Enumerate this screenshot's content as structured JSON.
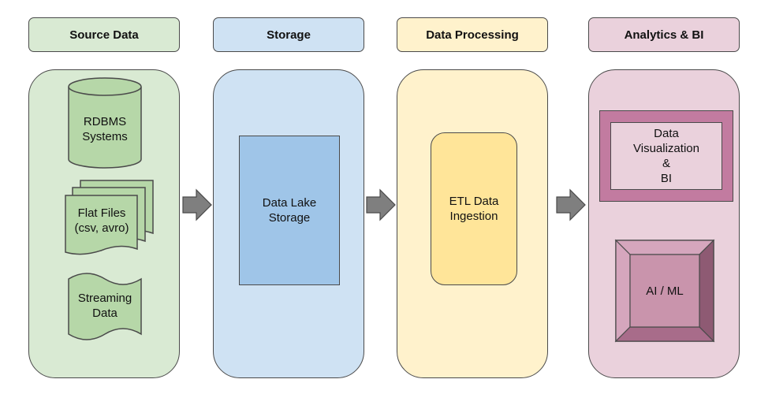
{
  "headers": {
    "source": "Source Data",
    "storage": "Storage",
    "processing": "Data Processing",
    "analytics": "Analytics & BI"
  },
  "source": {
    "rdbms": "RDBMS\nSystems",
    "flat_files": "Flat Files\n(csv, avro)",
    "streaming": "Streaming\nData"
  },
  "storage": {
    "data_lake": "Data Lake\nStorage"
  },
  "processing": {
    "etl": "ETL Data\nIngestion"
  },
  "analytics": {
    "viz": "Data\nVisualization\n&\nBI",
    "aiml": "AI / ML"
  },
  "colors": {
    "green_panel": "#d9ead3",
    "green_shape": "#b6d7a8",
    "blue_panel": "#cfe2f3",
    "blue_box": "#9fc5e8",
    "yellow_panel": "#fff2cc",
    "yellow_box": "#ffe599",
    "pink_panel": "#ead1dc",
    "pink_frame": "#c27ba0",
    "pink_inner": "#ead1dc",
    "arrow": "#7f7f7f"
  }
}
